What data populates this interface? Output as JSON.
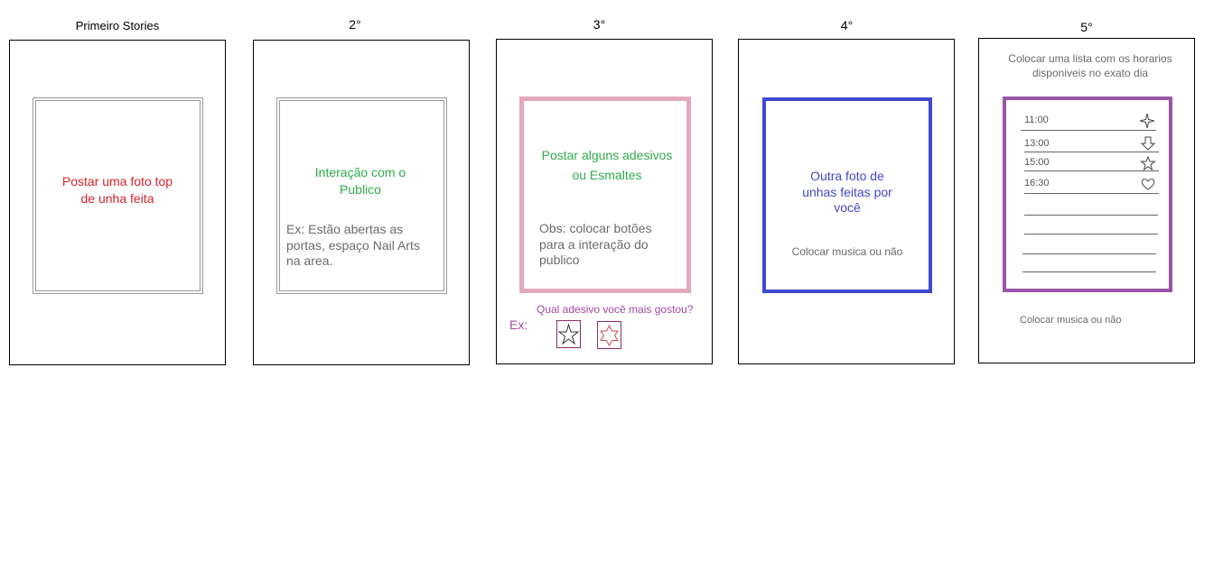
{
  "stories": [
    {
      "title": "Primeiro Stories",
      "main_text": "Postar uma foto top de unha feita"
    },
    {
      "title": "2°",
      "main_text": "Interação com o Publico",
      "secondary_text": "Ex: Estão abertas as portas, espaço Nail Arts na area."
    },
    {
      "title": "3°",
      "main_text": "Postar alguns adesivos ou Esmaltes",
      "secondary_text": "Obs: colocar botões para a interação do publico",
      "question": "Qual adesivo você mais gostou?",
      "example_label": "Ex:"
    },
    {
      "title": "4°",
      "main_text": "Outra foto de unhas feitas por você",
      "music_text": "Colocar musica ou não"
    },
    {
      "title": "5°",
      "top_text": "Colocar uma lista com os horarios disponiveis no exato dia",
      "times": [
        "11:00",
        "13:00",
        "15:00",
        "16:30"
      ],
      "music_text": "Colocar musica ou não"
    }
  ],
  "colors": {
    "red": "#d9232d",
    "green": "#2eac4a",
    "gray_text": "#6b6b6b",
    "pink_border": "#e3a9bf",
    "blue": "#3f48cc",
    "purple": "#a349a4",
    "purple_border": "#9b55a8"
  },
  "icons": [
    "sparkle-icon",
    "arrow-down-icon",
    "star-icon",
    "heart-icon",
    "star-outline-icon",
    "six-point-star-icon"
  ]
}
